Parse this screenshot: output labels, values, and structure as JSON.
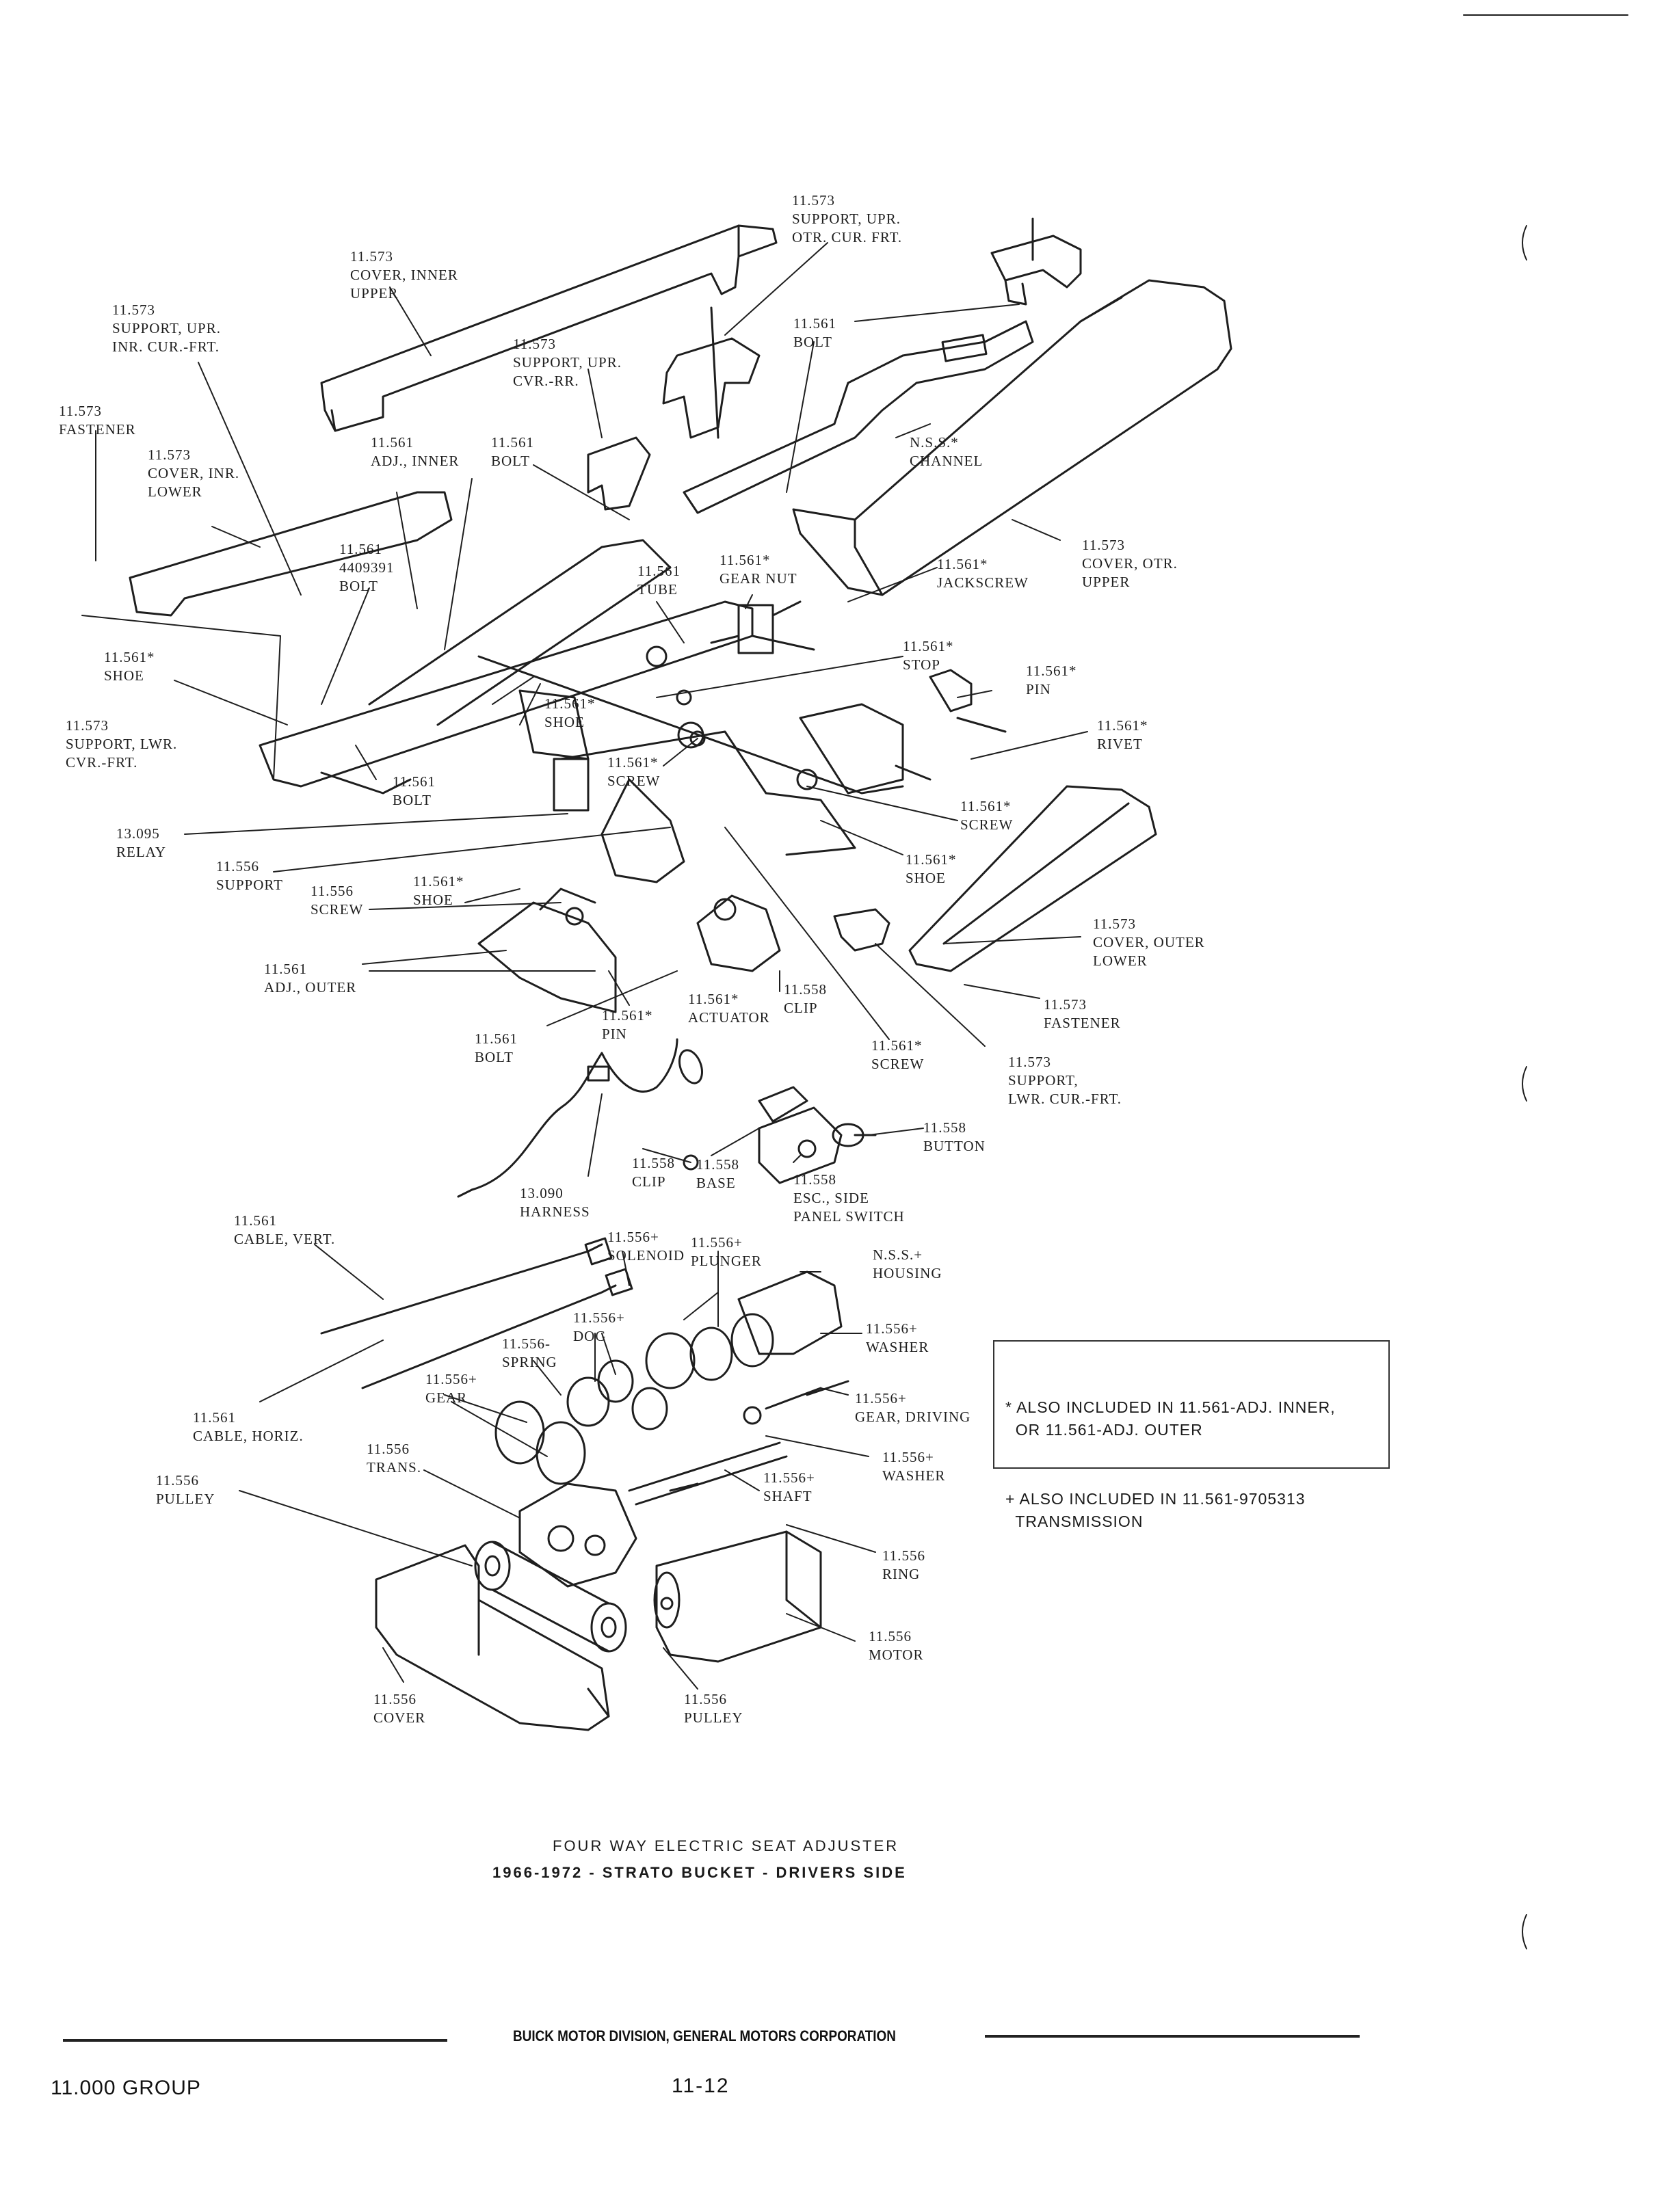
{
  "labels": [
    {
      "id": "support-upr-otr-cur-frt",
      "text": "11.573\nSUPPORT, UPR.\nOTR. CUR. FRT."
    },
    {
      "id": "cover-inner-upper",
      "text": "11.573\nCOVER, INNER\nUPPER"
    },
    {
      "id": "support-upr-inr-cur-frt",
      "text": "11.573\nSUPPORT, UPR.\nINR. CUR.-FRT."
    },
    {
      "id": "support-upr-cvr-rr",
      "text": "11.573\nSUPPORT, UPR.\nCVR.-RR."
    },
    {
      "id": "bolt-561-top",
      "text": "11.561\nBOLT"
    },
    {
      "id": "fastener-573-left",
      "text": "11.573\nFASTENER"
    },
    {
      "id": "cover-inr-lower",
      "text": "11.573\nCOVER, INR.\nLOWER"
    },
    {
      "id": "adj-inner",
      "text": "11.561\nADJ., INNER"
    },
    {
      "id": "bolt-561-mid",
      "text": "11.561\nBOLT"
    },
    {
      "id": "nss-channel",
      "text": "N.S.S.*\nCHANNEL"
    },
    {
      "id": "bolt-4409391",
      "text": "11.561\n4409391\nBOLT"
    },
    {
      "id": "tube",
      "text": "11.561\nTUBE"
    },
    {
      "id": "gear-nut",
      "text": "11.561*\nGEAR NUT"
    },
    {
      "id": "jackscrew",
      "text": "11.561*\nJACKSCREW"
    },
    {
      "id": "cover-otr-upper",
      "text": "11.573\nCOVER, OTR.\nUPPER"
    },
    {
      "id": "shoe-left",
      "text": "11.561*\nSHOE"
    },
    {
      "id": "stop",
      "text": "11.561*\nSTOP"
    },
    {
      "id": "pin-right",
      "text": "11.561*\nPIN"
    },
    {
      "id": "shoe-center",
      "text": "11.561*\nSHOE"
    },
    {
      "id": "support-lwr-cvr-frt",
      "text": "11.573\nSUPPORT, LWR.\nCVR.-FRT."
    },
    {
      "id": "rivet",
      "text": "11.561*\nRIVET"
    },
    {
      "id": "bolt-561-lower",
      "text": "11.561\nBOLT"
    },
    {
      "id": "screw-center",
      "text": "11.561*\nSCREW"
    },
    {
      "id": "relay",
      "text": "13.095\nRELAY"
    },
    {
      "id": "screw-right",
      "text": "11.561*\nSCREW"
    },
    {
      "id": "support-556",
      "text": "11.556\nSUPPORT"
    },
    {
      "id": "shoe-right",
      "text": "11.561*\nSHOE"
    },
    {
      "id": "screw-556",
      "text": "11.556\nSCREW"
    },
    {
      "id": "shoe-lower",
      "text": "11.561*\nSHOE"
    },
    {
      "id": "cover-outer-lower",
      "text": "11.573\nCOVER, OUTER\nLOWER"
    },
    {
      "id": "adj-outer",
      "text": "11.561\nADJ., OUTER"
    },
    {
      "id": "clip-558-top",
      "text": "11.558\nCLIP"
    },
    {
      "id": "actuator",
      "text": "11.561*\nACTUATOR"
    },
    {
      "id": "fastener-573-right",
      "text": "11.573\nFASTENER"
    },
    {
      "id": "pin-lower",
      "text": "11.561*\nPIN"
    },
    {
      "id": "bolt-561-bottom",
      "text": "11.561\nBOLT"
    },
    {
      "id": "screw-lower",
      "text": "11.561*\nSCREW"
    },
    {
      "id": "support-lwr-cur-frt",
      "text": "11.573\nSUPPORT,\nLWR. CUR.-FRT."
    },
    {
      "id": "button",
      "text": "11.558\nBUTTON"
    },
    {
      "id": "clip-558-bottom",
      "text": "11.558\nCLIP"
    },
    {
      "id": "base",
      "text": "11.558\nBASE"
    },
    {
      "id": "esc-side-panel-switch",
      "text": "11.558\nESC., SIDE\nPANEL SWITCH"
    },
    {
      "id": "harness",
      "text": "13.090\nHARNESS"
    },
    {
      "id": "cable-vert",
      "text": "11.561\nCABLE, VERT."
    },
    {
      "id": "solenoid",
      "text": "11.556+\nSOLENOID"
    },
    {
      "id": "plunger",
      "text": "11.556+\nPLUNGER"
    },
    {
      "id": "nss-housing",
      "text": "N.S.S.+\nHOUSING"
    },
    {
      "id": "dog",
      "text": "11.556+\nDOG"
    },
    {
      "id": "spring",
      "text": "11.556-\nSPRING"
    },
    {
      "id": "washer-top",
      "text": "11.556+\nWASHER"
    },
    {
      "id": "gear-556",
      "text": "11.556+\nGEAR"
    },
    {
      "id": "gear-driving",
      "text": "11.556+\nGEAR, DRIVING"
    },
    {
      "id": "cable-horiz",
      "text": "11.561\nCABLE, HORIZ."
    },
    {
      "id": "trans",
      "text": "11.556\nTRANS."
    },
    {
      "id": "washer-bottom",
      "text": "11.556+\nWASHER"
    },
    {
      "id": "pulley-left",
      "text": "11.556\nPULLEY"
    },
    {
      "id": "shaft",
      "text": "11.556+\nSHAFT"
    },
    {
      "id": "ring",
      "text": "11.556\nRING"
    },
    {
      "id": "motor",
      "text": "11.556\nMOTOR"
    },
    {
      "id": "cover-556",
      "text": "11.556\nCOVER"
    },
    {
      "id": "pulley-bottom",
      "text": "11.556\nPULLEY"
    }
  ],
  "note": {
    "line1": "* ALSO INCLUDED IN 11.561-ADJ. INNER,\n  OR 11.561-ADJ. OUTER",
    "line2": "+ ALSO INCLUDED IN 11.561-9705313\n  TRANSMISSION"
  },
  "caption": {
    "title": "FOUR WAY ELECTRIC SEAT ADJUSTER",
    "subtitle": "1966-1972 - STRATO BUCKET - DRIVERS SIDE"
  },
  "footer": {
    "division": "BUICK MOTOR DIVISION, GENERAL MOTORS CORPORATION",
    "group": "11.000 GROUP",
    "page": "11-12"
  }
}
